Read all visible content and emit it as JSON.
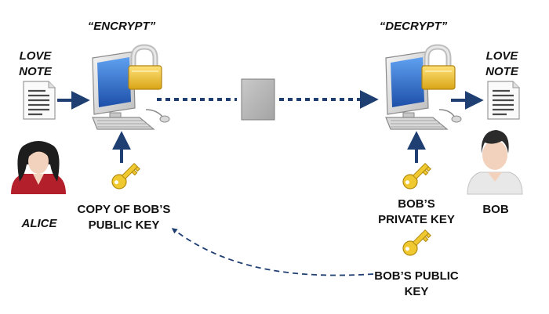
{
  "labels": {
    "encrypt": "“ENCRYPT”",
    "decrypt": "“DECRYPT”",
    "love_note_left_1": "LOVE",
    "love_note_left_2": "NOTE",
    "love_note_right_1": "LOVE",
    "love_note_right_2": "NOTE",
    "alice": "ALICE",
    "bob": "BOB",
    "copy_key_1": "COPY OF BOB’S",
    "copy_key_2": "PUBLIC KEY",
    "private_key_1": "BOB’S",
    "private_key_2": "PRIVATE KEY",
    "public_key_1": "BOB’S PUBLIC",
    "public_key_2": "KEY"
  },
  "icons": {
    "computer": "computer-with-padlock-icon",
    "document": "document-icon",
    "key": "key-icon",
    "alice": "woman-avatar-icon",
    "bob": "man-avatar-icon",
    "ciphertext": "encrypted-message-box"
  },
  "colors": {
    "arrow": "#1f3f73",
    "padlock": "#f2c32a",
    "screen": "#2f6fd0",
    "key": "#e6b820",
    "ciphertext_box": "#b5b5b5",
    "alice_shirt": "#b3202b",
    "bob_shirt": "#e8e8e8"
  }
}
